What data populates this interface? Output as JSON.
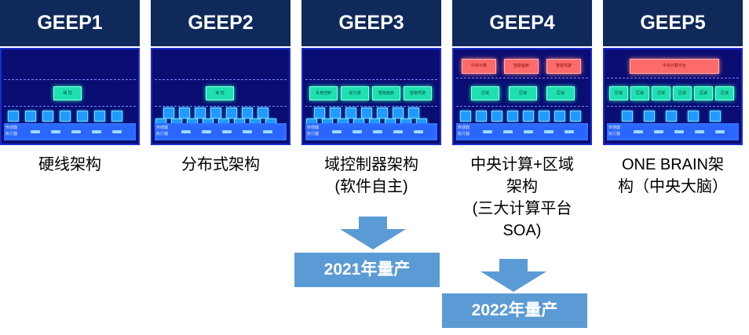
{
  "columns": [
    {
      "title": "GEEP1",
      "caption": [
        "硬线架构"
      ],
      "panel": {
        "band_labels": [
          "传感器",
          "执行器"
        ],
        "chips": [
          "域 控"
        ],
        "compute": []
      }
    },
    {
      "title": "GEEP2",
      "caption": [
        "分布式架构"
      ],
      "panel": {
        "band_labels": [
          "传感器",
          "执行器"
        ],
        "chips": [
          "域 控"
        ],
        "compute": []
      }
    },
    {
      "title": "GEEP3",
      "caption": [
        "域控制器架构",
        "(软件自主)"
      ],
      "panel": {
        "band_labels": [
          "传感器",
          "执行器"
        ],
        "chips": [
          "车身控制",
          "动力域",
          "智能座舱",
          "智能驾驶"
        ],
        "compute": []
      }
    },
    {
      "title": "GEEP4",
      "caption": [
        "中央计算+区域",
        "架构",
        "(三大计算平台",
        "SOA)"
      ],
      "panel": {
        "band_labels": [
          "传感器",
          "执行器"
        ],
        "chips": [
          "区域",
          "区域",
          "区域"
        ],
        "compute": [
          "中央计算",
          "智能座舱",
          "智能驾驶"
        ]
      }
    },
    {
      "title": "GEEP5",
      "caption": [
        "ONE BRAIN架",
        "构（中央大脑）"
      ],
      "panel": {
        "band_labels": [
          "传感器",
          "执行器"
        ],
        "chips": [
          "区域",
          "区域",
          "区域",
          "区域",
          "区域",
          "区域"
        ],
        "compute": [
          "中央计算平台"
        ]
      }
    }
  ],
  "production": [
    {
      "label": "2021年量产"
    },
    {
      "label": "2022年量产"
    }
  ],
  "colors": {
    "header_bg": "#0f2a5a",
    "panel_bg": "#0a0d72",
    "production_bg": "#5b9bd5",
    "arrow": "#5b9bd5"
  }
}
